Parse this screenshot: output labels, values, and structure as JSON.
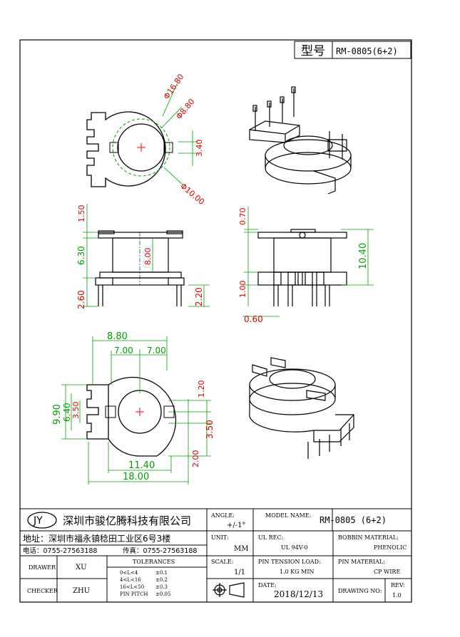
{
  "header": {
    "model_label": "型号",
    "model_value": "RM-0805(6+2)"
  },
  "dimensions": {
    "outer_diameter": "Φ16.80",
    "inner_diameter": "Φ8.80",
    "slot_width": "3.40",
    "core_diameter": "Φ10.00",
    "flange_top": "1.50",
    "body_height": "6.30",
    "winding_height": "8.00",
    "base_height": "2.60",
    "pin_length": "2.20",
    "top_gap": "0.70",
    "total_height": "10.40",
    "pin_stub": "1.00",
    "pin_pitch_side": "0.60",
    "width_top": "8.80",
    "half_left": "7.00",
    "half_right": "7.00",
    "height_left": "9.90",
    "inner_left": "6.40",
    "slot_left": "3.50",
    "gap_right": "1.20",
    "slot_right": "3.50",
    "bottom_right": "2.00",
    "width_inner": "11.40",
    "width_total": "18.00"
  },
  "title_block": {
    "company_logo": "JY",
    "company_name": "深圳市骏亿腾科技有限公司",
    "address": "地址：深圳市福永镇稔田工业区6号3楼",
    "phone": "电话：0755-27563188",
    "fax": "传真：0755-27563188",
    "angle_label": "ANGLE:",
    "angle_value": "+/-1°",
    "model_name_label": "MODEL NAME:",
    "model_name_value": "RM-0805 (6+2)",
    "unit_label": "UNIT:",
    "unit_value": "MM",
    "ul_rec_label": "UL REC:",
    "ul_rec_value": "UL 94V-0",
    "bobbin_material_label": "BOBBIN MATERIAL:",
    "bobbin_material_value": "PHENOLIC",
    "drawer_label": "DRAWER",
    "drawer_value": "XU",
    "tolerances_label": "TOLERANCES",
    "tolerances": [
      {
        "range": "0<L<4",
        "value": "±0.1"
      },
      {
        "range": "4<L<16",
        "value": "±0.2"
      },
      {
        "range": "16<L<50",
        "value": "±0.3"
      },
      {
        "range": "PIN PITCH",
        "value": "±0.05"
      }
    ],
    "scale_label": "SCALE:",
    "scale_value": "1/1",
    "pin_tension_label": "PIN TENSION LOAD:",
    "pin_tension_value": "1.0 KG MIN",
    "pin_material_label": "PIN MATERIAL:",
    "pin_material_value": "CP WIRE",
    "checker_label": "CHECKER",
    "checker_value": "ZHU",
    "date_label": "DATE:",
    "date_value": "2018/12/13",
    "drawing_no_label": "DRAWING NO:",
    "rev_label": "REV:",
    "rev_value": "1.0"
  },
  "colors": {
    "dimension": "#00a000",
    "dimension_alt": "#e00000",
    "center_mark": "#ff0000",
    "outline": "#000000"
  }
}
